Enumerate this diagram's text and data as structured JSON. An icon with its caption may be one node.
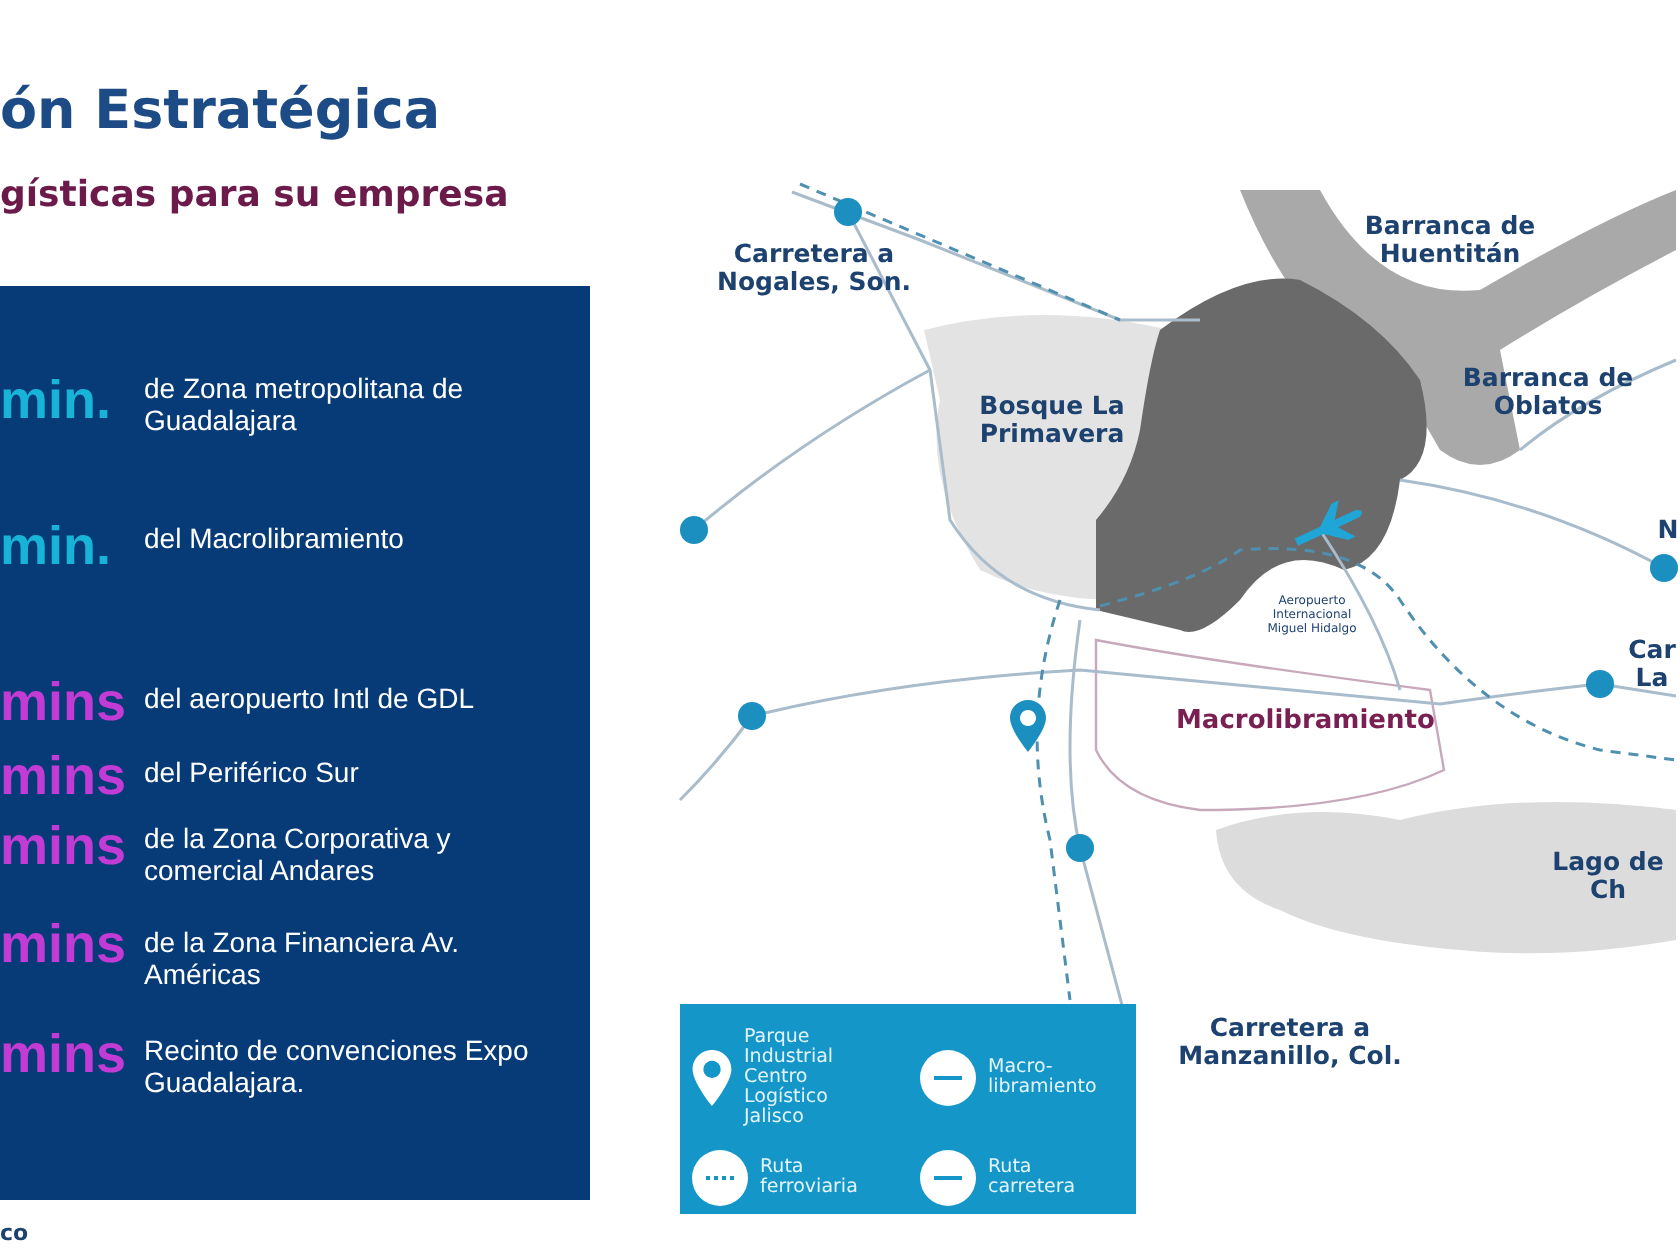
{
  "diagram": {
    "title": "ón Estratégica",
    "labels": [
      "gísticas para su empresa",
      "min.",
      "de Zona metropolitana de Guadalajara",
      "min.",
      "del Macrolibramiento",
      "mins",
      "del aeropuerto Intl de GDL",
      "mins",
      "del Periférico Sur",
      "mins",
      "de la Zona Corporativa y comercial Andares",
      "mins",
      "de la Zona Financiera Av. Américas",
      "mins",
      "Recinto de convenciones Expo Guadalajara.",
      "Carretera a Nogales, Son.",
      "Barranca de Huentitán",
      "Bosque La Primavera",
      "Barranca de Oblatos",
      "N",
      "Aeropuerto Internacional Miguel Hidalgo",
      "Car La",
      "Macrolibramiento",
      "Lago de Ch",
      "Carretera a Manzanillo, Col.",
      "co"
    ],
    "legend": [
      {
        "text": "Parque Industrial Centro Logístico Jalisco"
      },
      {
        "text": "Macro-libramiento"
      },
      {
        "text": "Ruta ferroviaria"
      },
      {
        "text": "Ruta carretera"
      }
    ]
  }
}
